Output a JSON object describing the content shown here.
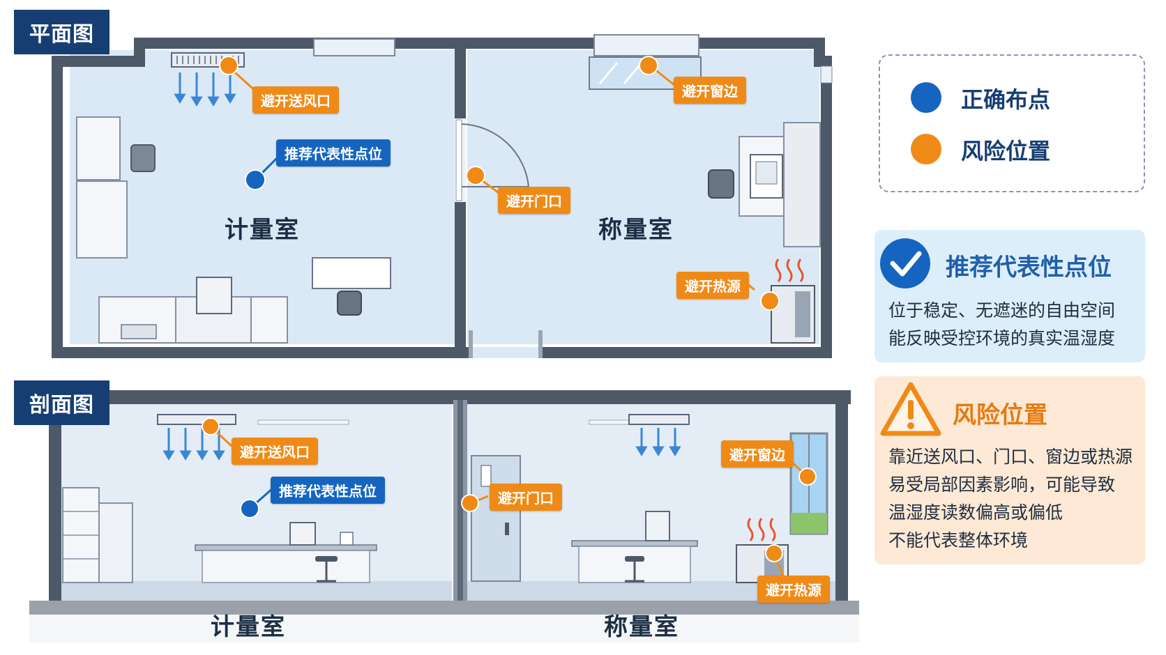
{
  "plan": {
    "title": "平面图",
    "room_left": "计量室",
    "room_right": "称量室",
    "tags": {
      "supply_vent": "避开送风口",
      "window": "避开窗边",
      "door": "避开门口",
      "heat": "避开热源",
      "recommended": "推荐代表性点位"
    }
  },
  "section": {
    "title": "剖面图",
    "room_left": "计量室",
    "room_right": "称量室",
    "tags": {
      "supply_vent": "避开送风口",
      "window": "避开窗边",
      "door": "避开门口",
      "heat": "避开热源",
      "recommended": "推荐代表性点位"
    }
  },
  "legend": {
    "correct": "正确布点",
    "risk": "风险位置"
  },
  "recommend_card": {
    "title": "推荐代表性点位",
    "lines": [
      "位于稳定、无遮迷的自由空间",
      "能反映受控环境的真实温湿度"
    ]
  },
  "risk_card": {
    "title": "风险位置",
    "lines": [
      "靠近送风口、门口、窗边或热源",
      "易受局部因素影响，可能导致",
      "温湿度读数偏高或偏低",
      "不能代表整体环境"
    ]
  },
  "colors": {
    "correct": "#1565c0",
    "risk": "#f08a17",
    "wall": "#4d5868",
    "floor": "#dbe8f5",
    "tag_bg": "#173e73"
  }
}
